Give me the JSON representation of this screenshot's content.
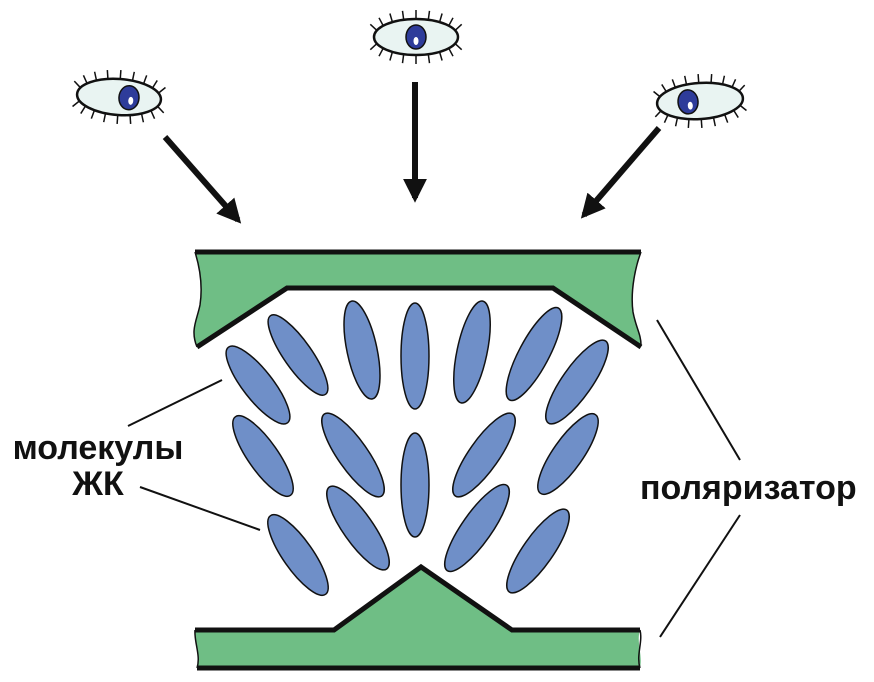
{
  "labels": {
    "molecules_line1": "молекулы",
    "molecules_line2": "ЖК",
    "polarizer": "поляризатор"
  },
  "colors": {
    "polarizer_fill": "#6fbe85",
    "molecule_fill": "#6f8fc8",
    "iris_fill": "#2e3c9a",
    "eye_white": "#e9f4f2",
    "outline": "#111111"
  },
  "icons": [
    "eye-icon",
    "arrow-icon"
  ]
}
